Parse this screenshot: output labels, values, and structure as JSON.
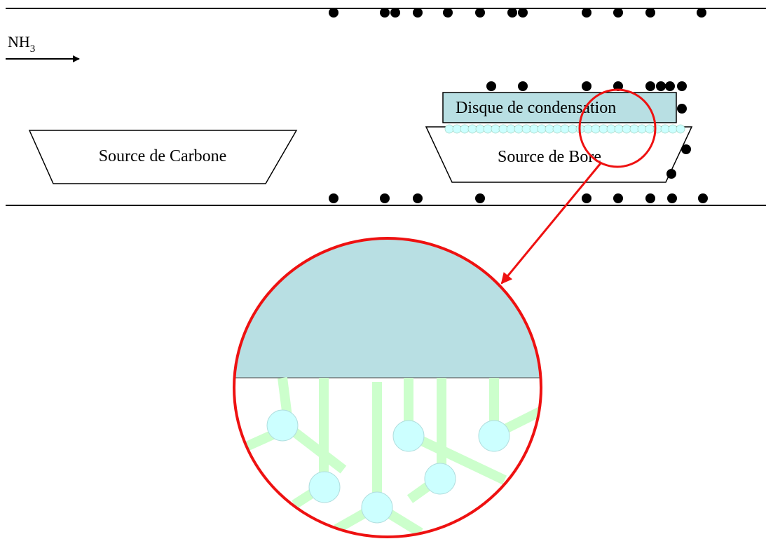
{
  "gas": {
    "formula": "NH",
    "subscript": "3"
  },
  "carbon_source": {
    "label": "Source de Carbone"
  },
  "boron_source": {
    "label": "Source de Bore"
  },
  "condensation_disc": {
    "label": "Disque de condensation"
  },
  "colors": {
    "disc_fill": "#b8dfe3",
    "zoom_circle": "#ee1111",
    "nanotube": "#ccffcc",
    "catalyst_particle": "#ccffff",
    "dot": "#000000"
  }
}
